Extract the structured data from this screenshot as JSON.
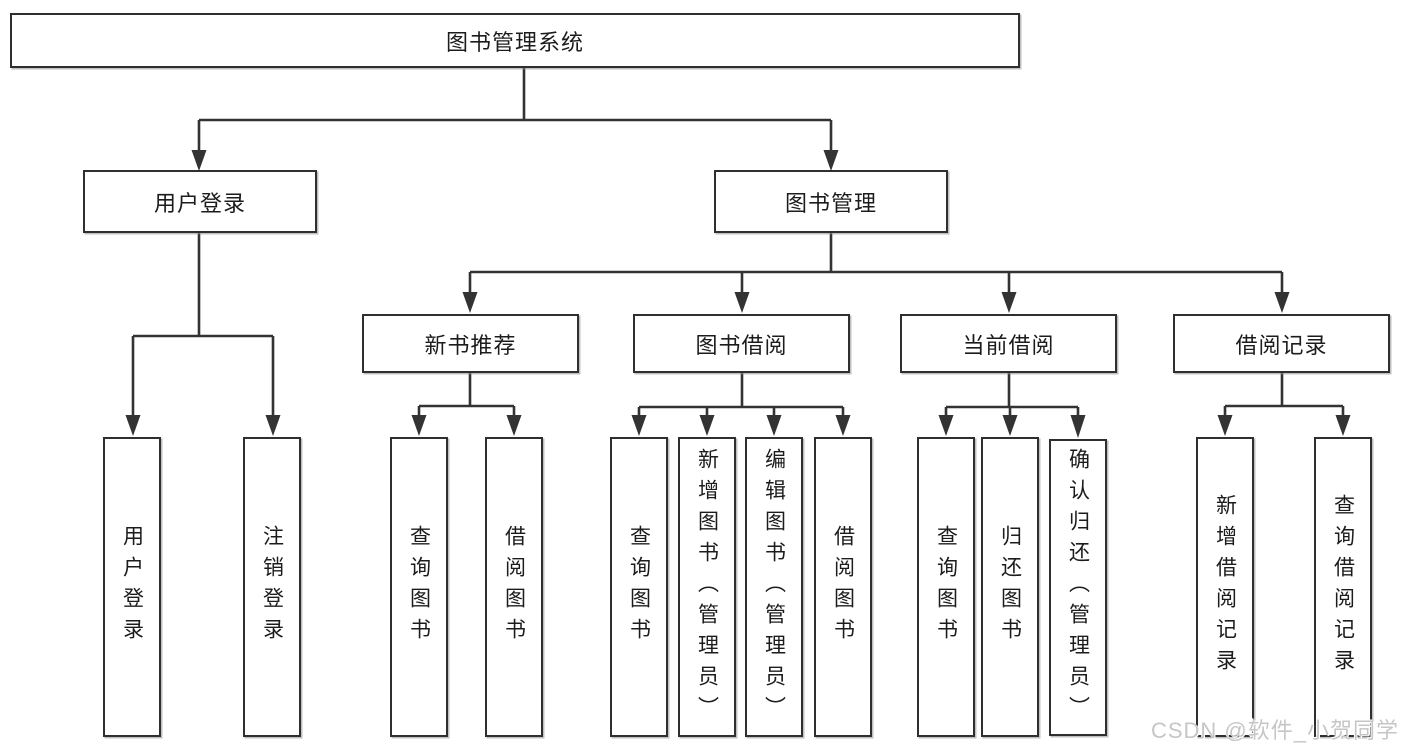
{
  "diagram": {
    "root_label": "图书管理系统",
    "branches": [
      {
        "label": "用户登录",
        "children": [
          "用户登录",
          "注销登录"
        ]
      },
      {
        "label": "图书管理",
        "groups": [
          {
            "label": "新书推荐",
            "children": [
              "查询图书",
              "借阅图书"
            ]
          },
          {
            "label": "图书借阅",
            "children": [
              "查询图书",
              "新增图书（管理员）",
              "编辑图书（管理员）",
              "借阅图书"
            ]
          },
          {
            "label": "当前借阅",
            "children": [
              "查询图书",
              "归还图书",
              "确认归还（管理员）"
            ]
          },
          {
            "label": "借阅记录",
            "children": [
              "新增借阅记录",
              "查询借阅记录"
            ]
          }
        ]
      }
    ]
  },
  "colors": {
    "line": "#333333",
    "box_border": "#2f2f2f",
    "text": "#1c1c1c",
    "watermark": "#c6c6c6",
    "background": "#ffffff"
  },
  "watermark": "CSDN @软件_小贺同学"
}
